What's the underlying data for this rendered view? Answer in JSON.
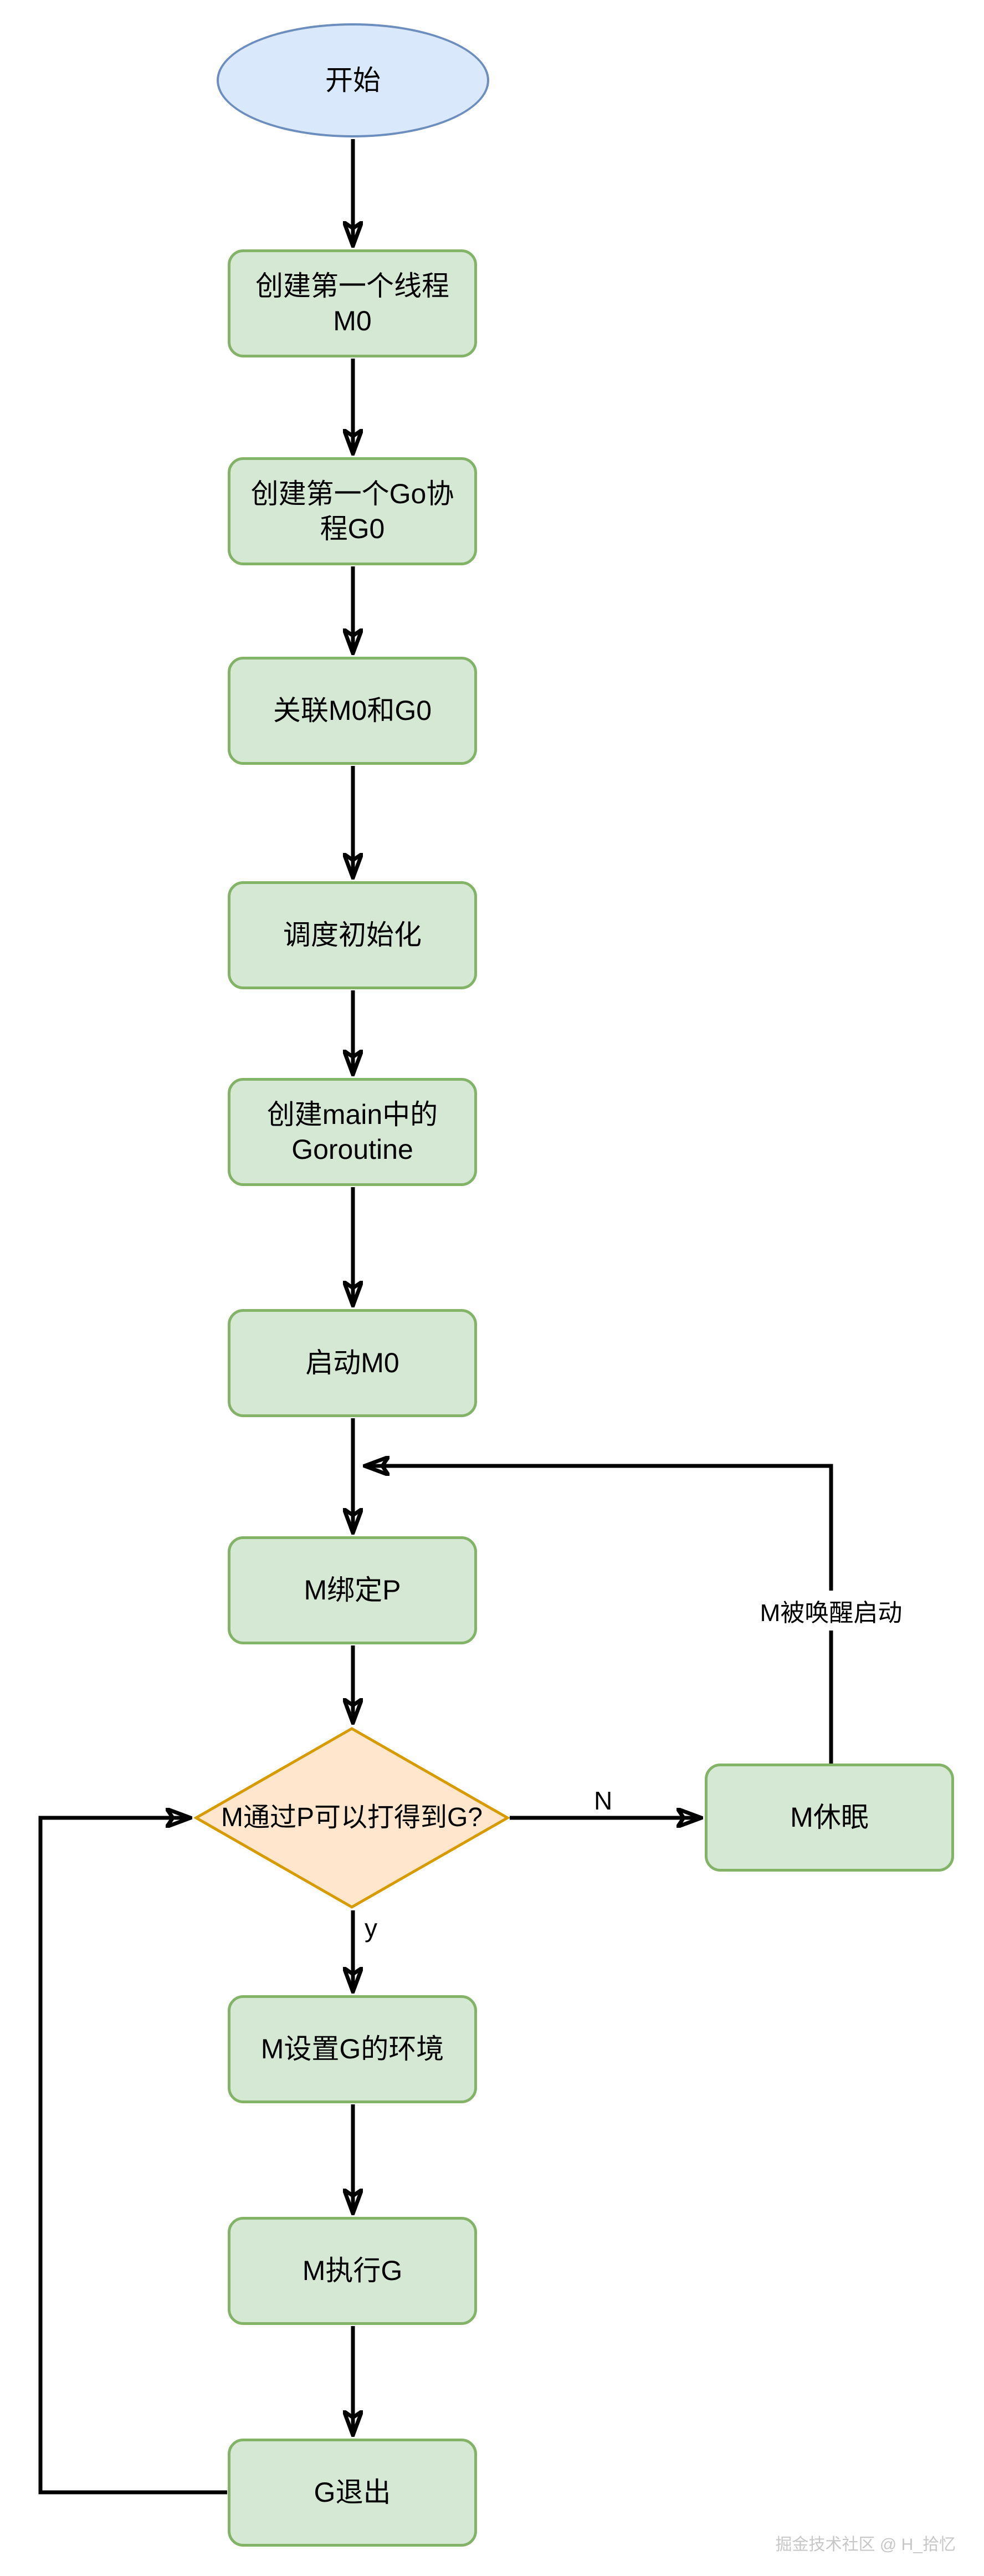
{
  "diagram": {
    "title_hint": "Go scheduler startup flowchart",
    "nodes": {
      "start": {
        "label": "开始",
        "shape": "ellipse"
      },
      "create_m0": {
        "label": "创建第一个线程M0",
        "shape": "process"
      },
      "create_g0": {
        "label": "创建第一个Go协程G0",
        "shape": "process"
      },
      "link_m0_g0": {
        "label": "关联M0和G0",
        "shape": "process"
      },
      "sched_init": {
        "label": "调度初始化",
        "shape": "process"
      },
      "create_main_g": {
        "label": "创建main中的Goroutine",
        "shape": "process"
      },
      "start_m0": {
        "label": "启动M0",
        "shape": "process"
      },
      "bind_p": {
        "label": "M绑定P",
        "shape": "process"
      },
      "decision": {
        "label": "M通过P可以打得到G?",
        "shape": "diamond"
      },
      "m_sleep": {
        "label": "M休眠",
        "shape": "process"
      },
      "set_g_env": {
        "label": "M设置G的环境",
        "shape": "process"
      },
      "run_g": {
        "label": "M执行G",
        "shape": "process"
      },
      "g_exit": {
        "label": "G退出",
        "shape": "process"
      }
    },
    "edge_labels": {
      "yes": "y",
      "no": "N",
      "wakeup": "M被唤醒启动"
    },
    "edges": [
      {
        "from": "start",
        "to": "create_m0"
      },
      {
        "from": "create_m0",
        "to": "create_g0"
      },
      {
        "from": "create_g0",
        "to": "link_m0_g0"
      },
      {
        "from": "link_m0_g0",
        "to": "sched_init"
      },
      {
        "from": "sched_init",
        "to": "create_main_g"
      },
      {
        "from": "create_main_g",
        "to": "start_m0"
      },
      {
        "from": "start_m0",
        "to": "bind_p"
      },
      {
        "from": "bind_p",
        "to": "decision"
      },
      {
        "from": "decision",
        "to": "m_sleep",
        "label": "N"
      },
      {
        "from": "decision",
        "to": "set_g_env",
        "label": "y"
      },
      {
        "from": "m_sleep",
        "to": "bind_p",
        "label": "M被唤醒启动"
      },
      {
        "from": "set_g_env",
        "to": "run_g"
      },
      {
        "from": "run_g",
        "to": "g_exit"
      },
      {
        "from": "g_exit",
        "to": "decision"
      }
    ],
    "colors": {
      "terminator_fill": "#dae8fc",
      "terminator_stroke": "#6c8ebf",
      "process_fill": "#d5e8d4",
      "process_stroke": "#82b366",
      "decision_fill": "#ffe6cc",
      "decision_stroke": "#d79b00",
      "connector": "#000000",
      "watermark": "#c7c7c7"
    },
    "watermark": "掘金技术社区 @ H_拾忆"
  }
}
